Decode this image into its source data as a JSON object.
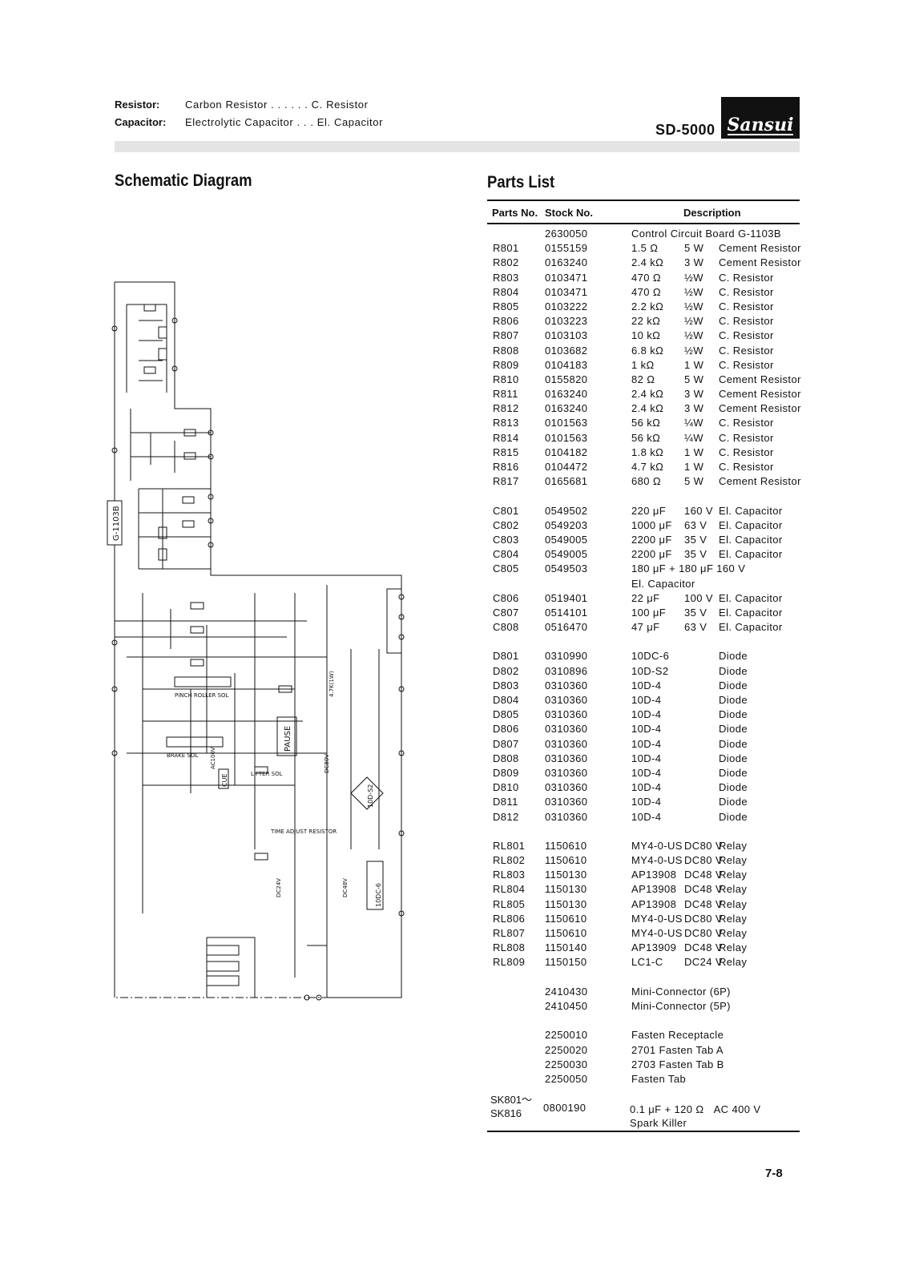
{
  "legend": [
    {
      "key": "Resistor:",
      "value": "Carbon Resistor . . . . . . C. Resistor"
    },
    {
      "key": "Capacitor:",
      "value": "Electrolytic Capacitor . . . El. Capacitor"
    }
  ],
  "header": {
    "model": "SD-5000",
    "brand": "Sansui"
  },
  "schematic": {
    "title": "Schematic Diagram",
    "board_label": "G-1103B",
    "labels": [
      "PAUSE",
      "CUE",
      "LIFTER SOL",
      "PINCH ROLLER SOL",
      "BRAKE SOL",
      "TIME ADJUST RESISTOR",
      "10DC-6",
      "10D-S2",
      "4.7K(1W)",
      "AC100V",
      "DC80V",
      "DC48V",
      "DC24V"
    ]
  },
  "parts_list": {
    "title": "Parts List",
    "headers": {
      "parts_no": "Parts No.",
      "stock_no": "Stock No.",
      "description": "Description"
    },
    "groups": [
      [
        {
          "no": "",
          "stock": "2630050",
          "desc": "Control Circuit Board G-1103B"
        },
        {
          "no": "R801",
          "stock": "0155159",
          "val": "1.5 Ω",
          "rate": "5 W",
          "desc": "Cement Resistor"
        },
        {
          "no": "R802",
          "stock": "0163240",
          "val": "2.4 kΩ",
          "rate": "3 W",
          "desc": "Cement Resistor"
        },
        {
          "no": "R803",
          "stock": "0103471",
          "val": "470 Ω",
          "rate": "½W",
          "desc": "C. Resistor"
        },
        {
          "no": "R804",
          "stock": "0103471",
          "val": "470 Ω",
          "rate": "½W",
          "desc": "C. Resistor"
        },
        {
          "no": "R805",
          "stock": "0103222",
          "val": "2.2 kΩ",
          "rate": "½W",
          "desc": "C. Resistor"
        },
        {
          "no": "R806",
          "stock": "0103223",
          "val": "22 kΩ",
          "rate": "½W",
          "desc": "C. Resistor"
        },
        {
          "no": "R807",
          "stock": "0103103",
          "val": "10 kΩ",
          "rate": "½W",
          "desc": "C. Resistor"
        },
        {
          "no": "R808",
          "stock": "0103682",
          "val": "6.8 kΩ",
          "rate": "½W",
          "desc": "C. Resistor"
        },
        {
          "no": "R809",
          "stock": "0104183",
          "val": "1 kΩ",
          "rate": "1 W",
          "desc": "C. Resistor"
        },
        {
          "no": "R810",
          "stock": "0155820",
          "val": "82 Ω",
          "rate": "5 W",
          "desc": "Cement Resistor"
        },
        {
          "no": "R811",
          "stock": "0163240",
          "val": "2.4 kΩ",
          "rate": "3 W",
          "desc": "Cement Resistor"
        },
        {
          "no": "R812",
          "stock": "0163240",
          "val": "2.4 kΩ",
          "rate": "3 W",
          "desc": "Cement Resistor"
        },
        {
          "no": "R813",
          "stock": "0101563",
          "val": "56 kΩ",
          "rate": "¼W",
          "desc": "C. Resistor"
        },
        {
          "no": "R814",
          "stock": "0101563",
          "val": "56 kΩ",
          "rate": "¼W",
          "desc": "C. Resistor"
        },
        {
          "no": "R815",
          "stock": "0104182",
          "val": "1.8 kΩ",
          "rate": "1 W",
          "desc": "C. Resistor"
        },
        {
          "no": "R816",
          "stock": "0104472",
          "val": "4.7 kΩ",
          "rate": "1 W",
          "desc": "C. Resistor"
        },
        {
          "no": "R817",
          "stock": "0165681",
          "val": "680 Ω",
          "rate": "5 W",
          "desc": "Cement Resistor"
        }
      ],
      [
        {
          "no": "C801",
          "stock": "0549502",
          "val": "220 μF",
          "rate": "160 V",
          "desc": "El. Capacitor"
        },
        {
          "no": "C802",
          "stock": "0549203",
          "val": "1000 μF",
          "rate": "63 V",
          "desc": "El. Capacitor"
        },
        {
          "no": "C803",
          "stock": "0549005",
          "val": "2200 μF",
          "rate": "35 V",
          "desc": "El. Capacitor"
        },
        {
          "no": "C804",
          "stock": "0549005",
          "val": "2200 μF",
          "rate": "35 V",
          "desc": "El. Capacitor"
        },
        {
          "no": "C805",
          "stock": "0549503",
          "desc": "180 μF + 180 μF 160 V"
        },
        {
          "no": "",
          "stock": "",
          "desc": "El. Capacitor"
        },
        {
          "no": "C806",
          "stock": "0519401",
          "val": "22 μF",
          "rate": "100 V",
          "desc": "El. Capacitor"
        },
        {
          "no": "C807",
          "stock": "0514101",
          "val": "100 μF",
          "rate": "35 V",
          "desc": "El. Capacitor"
        },
        {
          "no": "C808",
          "stock": "0516470",
          "val": "47 μF",
          "rate": "63 V",
          "desc": "El. Capacitor"
        }
      ],
      [
        {
          "no": "D801",
          "stock": "0310990",
          "val": "10DC-6",
          "desc": "Diode"
        },
        {
          "no": "D802",
          "stock": "0310896",
          "val": "10D-S2",
          "desc": "Diode"
        },
        {
          "no": "D803",
          "stock": "0310360",
          "val": "10D-4",
          "desc": "Diode"
        },
        {
          "no": "D804",
          "stock": "0310360",
          "val": "10D-4",
          "desc": "Diode"
        },
        {
          "no": "D805",
          "stock": "0310360",
          "val": "10D-4",
          "desc": "Diode"
        },
        {
          "no": "D806",
          "stock": "0310360",
          "val": "10D-4",
          "desc": "Diode"
        },
        {
          "no": "D807",
          "stock": "0310360",
          "val": "10D-4",
          "desc": "Diode"
        },
        {
          "no": "D808",
          "stock": "0310360",
          "val": "10D-4",
          "desc": "Diode"
        },
        {
          "no": "D809",
          "stock": "0310360",
          "val": "10D-4",
          "desc": "Diode"
        },
        {
          "no": "D810",
          "stock": "0310360",
          "val": "10D-4",
          "desc": "Diode"
        },
        {
          "no": "D811",
          "stock": "0310360",
          "val": "10D-4",
          "desc": "Diode"
        },
        {
          "no": "D812",
          "stock": "0310360",
          "val": "10D-4",
          "desc": "Diode"
        }
      ],
      [
        {
          "no": "RL801",
          "stock": "1150610",
          "val": "MY4-0-US",
          "rate": "DC80 V",
          "desc": "Relay"
        },
        {
          "no": "RL802",
          "stock": "1150610",
          "val": "MY4-0-US",
          "rate": "DC80 V",
          "desc": "Relay"
        },
        {
          "no": "RL803",
          "stock": "1150130",
          "val": "AP13908",
          "rate": "DC48 V",
          "desc": "Relay"
        },
        {
          "no": "RL804",
          "stock": "1150130",
          "val": "AP13908",
          "rate": "DC48 V",
          "desc": "Relay"
        },
        {
          "no": "RL805",
          "stock": "1150130",
          "val": "AP13908",
          "rate": "DC48 V",
          "desc": "Relay"
        },
        {
          "no": "RL806",
          "stock": "1150610",
          "val": "MY4-0-US",
          "rate": "DC80 V",
          "desc": "Relay"
        },
        {
          "no": "RL807",
          "stock": "1150610",
          "val": "MY4-0-US",
          "rate": "DC80 V",
          "desc": "Relay"
        },
        {
          "no": "RL808",
          "stock": "1150140",
          "val": "AP13909",
          "rate": "DC48 V",
          "desc": "Relay"
        },
        {
          "no": "RL809",
          "stock": "1150150",
          "val": "LC1-C",
          "rate": "DC24 V",
          "desc": "Relay"
        }
      ],
      [
        {
          "no": "",
          "stock": "2410430",
          "desc": "Mini-Connector (6P)"
        },
        {
          "no": "",
          "stock": "2410450",
          "desc": "Mini-Connector (5P)"
        }
      ],
      [
        {
          "no": "",
          "stock": "2250010",
          "desc": "Fasten Receptacle"
        },
        {
          "no": "",
          "stock": "2250020",
          "desc": "2701 Fasten Tab A"
        },
        {
          "no": "",
          "stock": "2250030",
          "desc": "2703 Fasten Tab B"
        },
        {
          "no": "",
          "stock": "2250050",
          "desc": "Fasten Tab"
        }
      ]
    ],
    "spark_killer": {
      "no_line1": "SK801～",
      "no_line2": "SK816",
      "stock": "0800190",
      "desc_line1": "0.1 μF + 120 Ω   AC 400 V",
      "desc_line2": "Spark Killer"
    }
  },
  "page_number": "7-8"
}
